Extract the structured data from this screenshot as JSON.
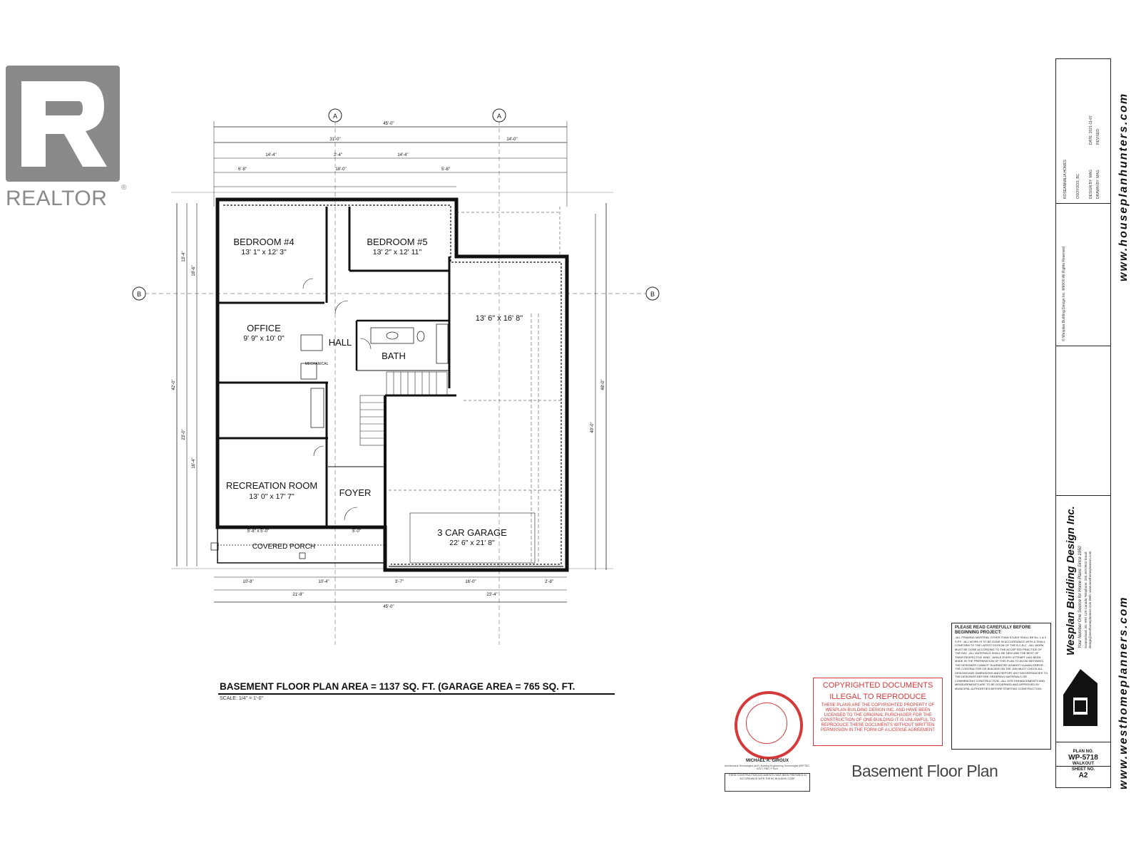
{
  "watermark": {
    "brand_text": "REALTOR",
    "brand_mark": "R",
    "color": "#8a8a8a"
  },
  "rooms": [
    {
      "name": "BEDROOM #4",
      "dims": "13' 1\" x 12' 3\""
    },
    {
      "name": "BEDROOM #5",
      "dims": "13' 2\" x 12' 11\""
    },
    {
      "name": "",
      "dims": "13' 6\" x 16' 8\""
    },
    {
      "name": "OFFICE",
      "dims": "9' 9\" x 10' 0\""
    },
    {
      "name": "HALL",
      "dims": ""
    },
    {
      "name": "BATH",
      "dims": ""
    },
    {
      "name": "RECREATION ROOM",
      "dims": "13' 0\" x 17' 7\""
    },
    {
      "name": "FOYER",
      "dims": ""
    },
    {
      "name": "3 CAR GARAGE",
      "dims": "22' 6\" x 21' 8\""
    },
    {
      "name": "COVERED PORCH",
      "dims": ""
    },
    {
      "name": "MECHANICAL",
      "dims": ""
    }
  ],
  "dimensions": {
    "overall_top": "45'-0\"",
    "top_left": "31'-0\"",
    "top_right": "14'-0\"",
    "top_a": "14'-4\"",
    "top_b": "2'-4\"",
    "top_c": "14'-4\"",
    "top_d": "6'-8\"",
    "top_e": "18'-0\"",
    "top_f": "5'-8\"",
    "overall_bottom": "45'-0\"",
    "bottom_left": "21'-8\"",
    "bottom_right": "23'-4\"",
    "bottom_a": "10'-8\"",
    "bottom_b": "10'-4\"",
    "bottom_c": "3'-7\"",
    "bottom_d": "16'-0\"",
    "bottom_e": "2'-8\"",
    "left_overall": "42'-0\"",
    "left_a": "13'-4\"",
    "left_b": "23'-0\"",
    "left_c": "18'-6\"",
    "left_d": "16'-4\"",
    "right_overall": "48'-0\"",
    "right_a": "40'-0\"",
    "porch": "5'-0\"",
    "porch_dims": "5'-8\" x 5'-0\""
  },
  "section_markers": [
    "A",
    "A",
    "B",
    "B"
  ],
  "plan_title": "BASEMENT FLOOR PLAN  AREA = 1137 SQ. FT. (GARAGE AREA = 765 SQ. FT.",
  "scale": "SCALE: 1/4\" = 1'-0\"",
  "copyright": {
    "heading_1": "COPYRIGHTED DOCUMENTS",
    "heading_2": "ILLEGAL TO REPRODUCE",
    "body": "THESE PLANS ARE THE COPYRIGHTED PROPERTY OF WESPLAN BUILDING DESIGN INC. AND HAVE BEEN LICENSED TO THE ORIGINAL PURCHASER FOR THE CONSTRUCTION OF ONE BUILDING IT IS UNLAWFUL TO REPRODUCE THESE DOCUMENTS WITHOUT WRITTEN PERMISSION IN THE FORM OF A LICENSE AGREEMENT",
    "color": "#d43a3a"
  },
  "signer": {
    "name": "MICHAEL A. GIROUX",
    "title": "Architectural Technologist (AAT) Building Engineering Technologist (BETTBC, ASLT, RBD, P.Tech",
    "seal_note": "THESE CONSTRUCTION DOCUMENTS HAVE BEEN PREPARED IN ACCORDANCE WITH THE BC BUILDING CODE"
  },
  "notes": {
    "heading": "PLEASE READ CAREFULLY BEFORE BEGINNING PROJECT:",
    "body": "-ALL FRAMING MATERIAL OTHER THAN STUDS SHALL BE No. 1 & 2 S.P.F. -ALL WORK IS TO BE DONE IN ACCORDANCE WITH & SHALL CONFORM TO THE LATEST EDITION OF THE B.C.B.C. -ALL WORK MUST BE DONE ACCORDING TO THE ACCEPTED PRACTICE OF THE DAY. -ALL MATERIALS SHALL BE NEW AND THE BEST OF THEIR RESPECTIVE KIND. -WHILE EVERY ATTEMPT HAS BEEN MADE IN THE PREPARATION OF THIS PLAN TO AVOID MISTAKES, THE DESIGNER CANNOT GUARANTEE AGAINST HUMAN ERROR. -THE CONTRACTOR OR BUILDER ON THE JOB MUST CHECK ALL DESIGNS AND DIMENSIONS AND REPORT ANY DISCREPANCIES TO THE DESIGNER BEFORE ORDERING MATERIALS OR COMMENCING CONSTRUCTION. -ALL SITE ENHANCEMENTS AND MEASUREMENTS ARE TO BE GOVERNED AND APPROVED BY MUNICIPAL AUTHORITIES BEFORE STARTING CONSTRUCTION."
  },
  "sheet_caption": "Basement Floor Plan",
  "title_block": {
    "company": "Wesplan Building Design Inc.",
    "tagline": "Your Number One Source for Home Plans Since 1950",
    "contact": "Summerland, BC  V0H 1Z0  Canada   Telephone: 250.493.0942   Email: design@westhomeplanners.com   Web: www.westhomeplanners.com",
    "url_top": "www.houseplanhunters.com",
    "url_bottom": "www.westhomeplanners.com",
    "client": "ROSEANNALIA HOMES",
    "location": "OSOYOOS, BC",
    "design_by": "DESIGN BY: MAG",
    "drawn_by": "DRAWN BY: MAG",
    "date": "DATE: 2021-11-07",
    "revised": "REVISED:",
    "copyright_line": "© Wesplan Building Design Inc.     MMXXI  All Rights Reserved",
    "plan_no_label": "PLAN NO.",
    "plan_no": "WP-5718",
    "plan_type": "WALKOUT",
    "sheet_no_label": "SHEET NO.",
    "sheet_no": "A2"
  }
}
